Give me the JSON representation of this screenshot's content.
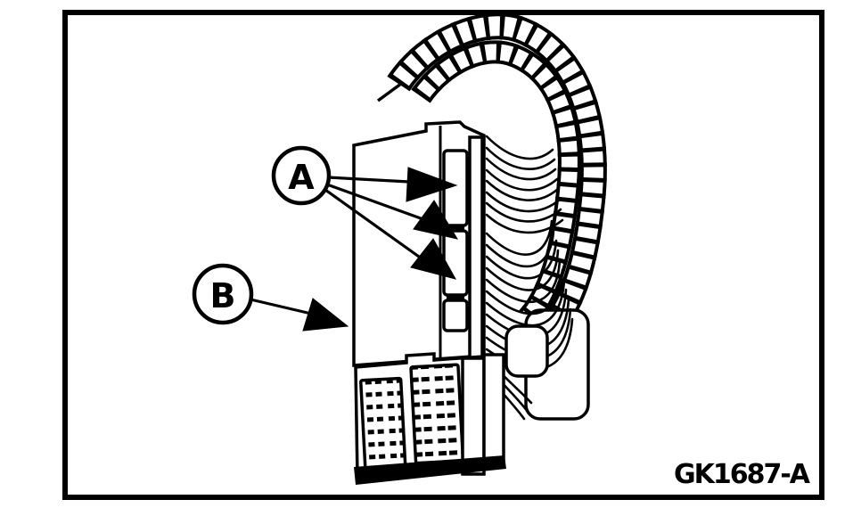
{
  "diagram": {
    "callout_a": {
      "label": "A",
      "arrow_count": 3
    },
    "callout_b": {
      "label": "B",
      "arrow_count": 1
    },
    "figure_code": "GK1687-A",
    "colors": {
      "ink": "#000000",
      "paper": "#ffffff",
      "border": "#000000"
    }
  }
}
